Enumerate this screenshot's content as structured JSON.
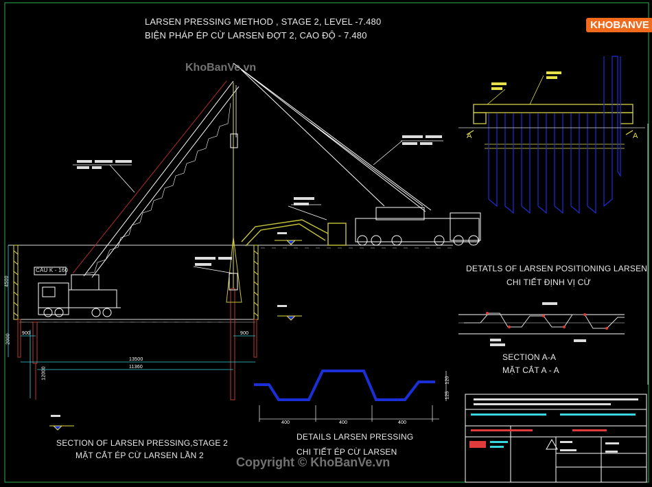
{
  "titles": {
    "main_en": "LARSEN PRESSING METHOD , STAGE 2, LEVEL -7.480",
    "main_vi": "BIỆN PHÁP ÉP CỪ LARSEN ĐỢT 2, CAO ĐỘ - 7.480",
    "section_en": "SECTION OF LARSEN PRESSING,STAGE 2",
    "section_vi": "MẶT CẮT ÉP CỪ LARSEN LẦN 2",
    "positioning_en": "DETATLS OF LARSEN POSITIONING LARSEN",
    "positioning_vi": "CHI TIẾT ĐỊNH VỊ CỪ",
    "sectionaa_en": "SECTION A-A",
    "sectionaa_vi": "MẶT CẮT A - A",
    "pressing_en": "DETAILS LARSEN PRESSING",
    "pressing_vi": "CHI TIẾT ÉP CỪ LARSEN"
  },
  "dimensions": {
    "d13500": "13500",
    "d11360": "11360",
    "d900_left": "900",
    "d900_right": "900",
    "d2000": "2000",
    "d4500": "4500",
    "d12000": "12000",
    "d400_a": "400",
    "d400_b": "400",
    "d400_c": "400",
    "d120": "120",
    "d125": "125"
  },
  "labels": {
    "crane_tag": "CẦU K - 160",
    "marker_a_left": "A",
    "marker_a_right": "A"
  },
  "branding": {
    "logo_text": "KHOBANVE",
    "watermark_top": "KhoBanVe.vn",
    "watermark_bottom": "Copyright © KhoBanVe.vn"
  },
  "colors": {
    "background": "#000000",
    "crane": "#ffffff",
    "sheet_pile": "#1a2fd6",
    "boom_red": "#b8292e",
    "cable_yellow": "#e6e04a",
    "olive": "#c8c43a",
    "frame_green": "#2bb24a",
    "wall_red": "#c0392b",
    "cyan": "#3ad6e0",
    "logo_orange": "#f26b1d"
  }
}
